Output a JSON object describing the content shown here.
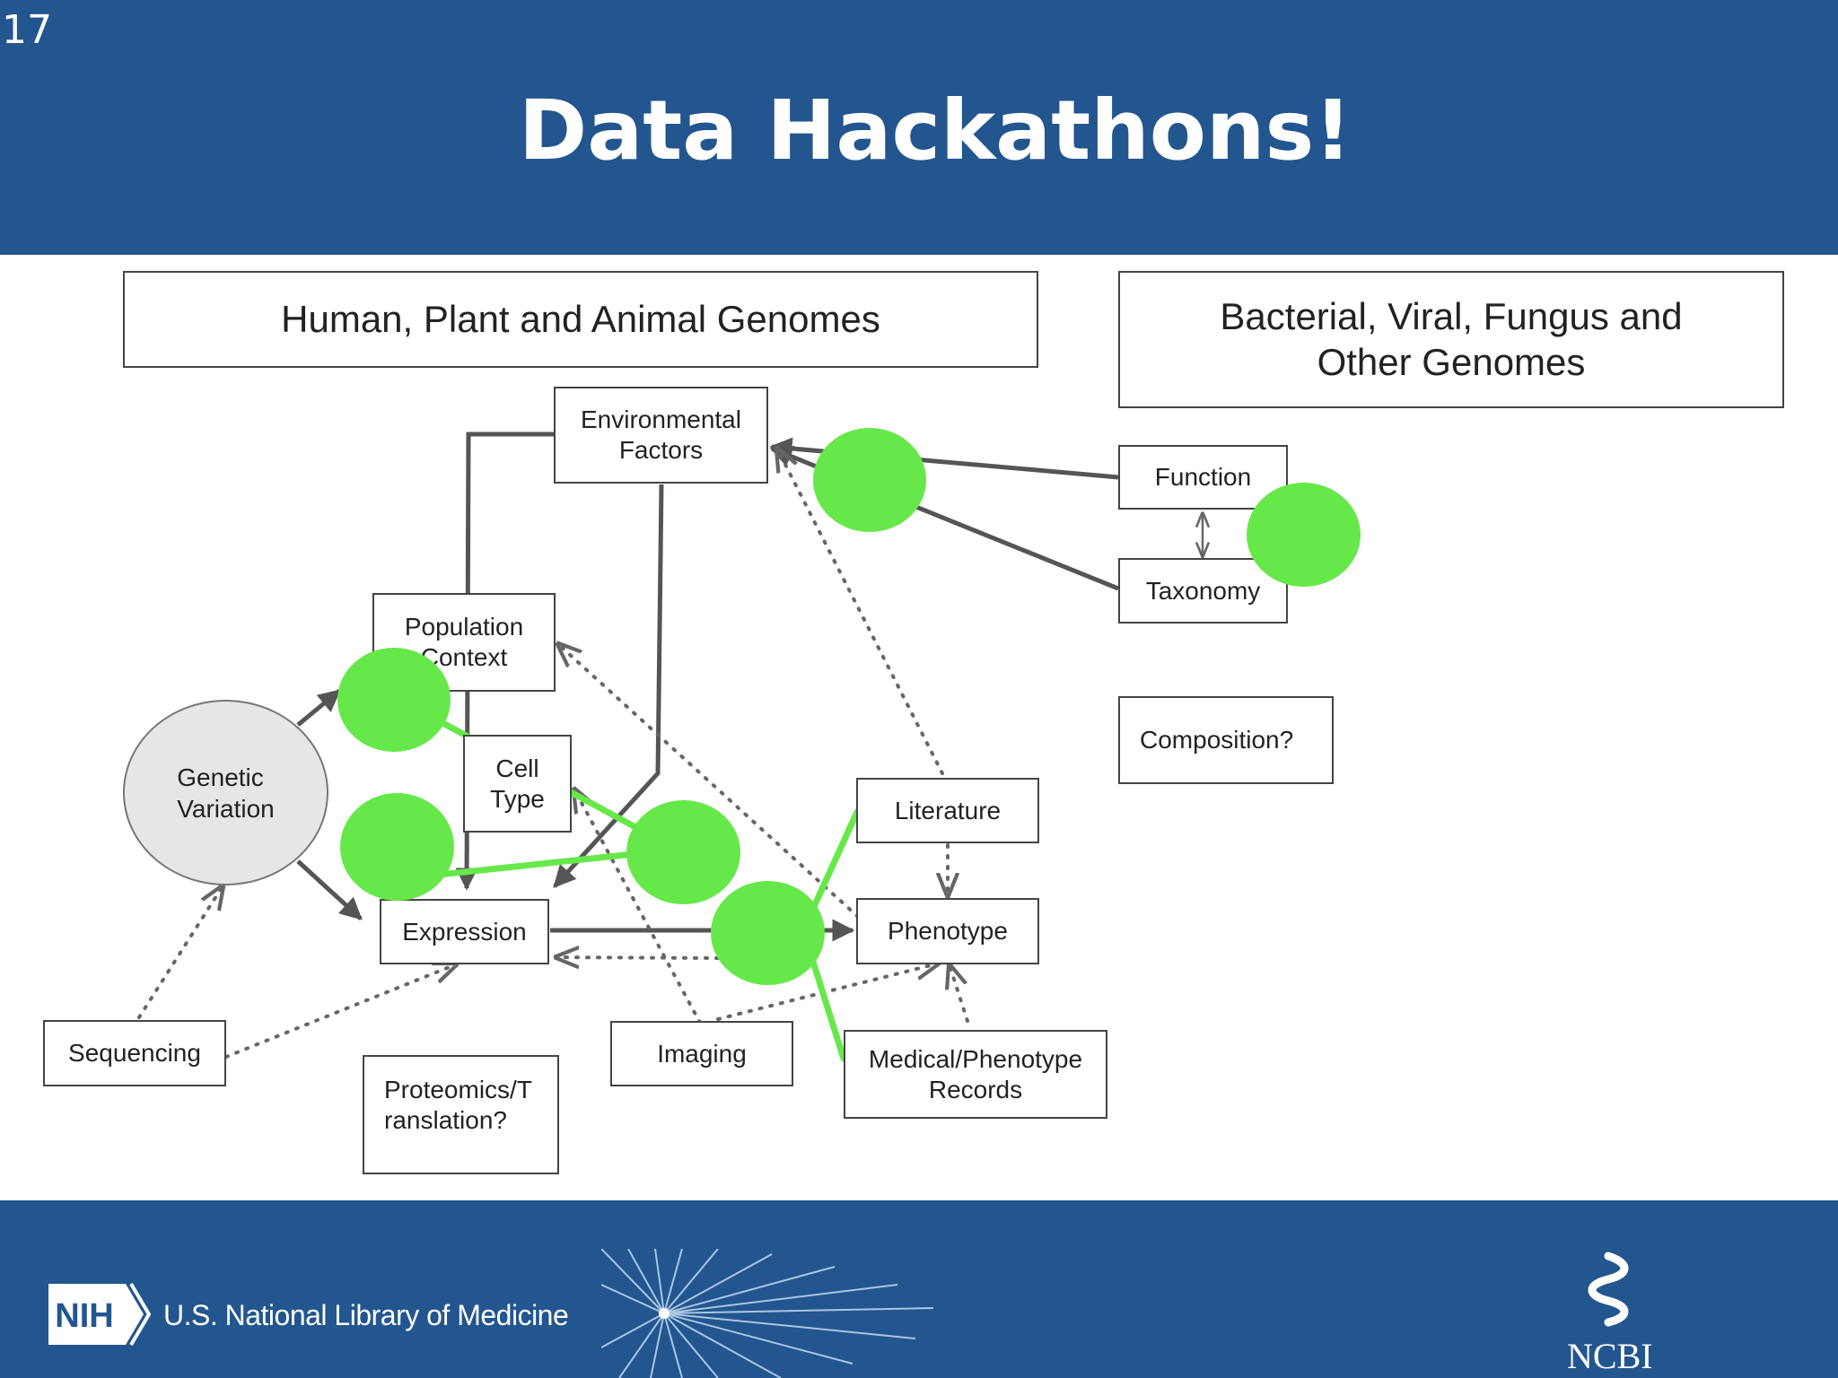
{
  "slide": {
    "number": "17",
    "title": "Data Hackathons!"
  },
  "diagram": {
    "group_headers": {
      "eukaryotic": "Human, Plant and Animal Genomes",
      "microbial": "Bacterial, Viral, Fungus and\nOther Genomes"
    },
    "nodes": {
      "environmental_factors": "Environmental\nFactors",
      "population_context": "Population\nContext",
      "genetic_variation": "Genetic\nVariation",
      "cell_type": "Cell\nType",
      "expression": "Expression",
      "sequencing": "Sequencing",
      "proteomics": "Proteomics/T\nranslation?",
      "imaging": "Imaging",
      "literature": "Literature",
      "phenotype": "Phenotype",
      "medical_records": "Medical/Phenotype\nRecords",
      "function": "Function",
      "taxonomy": "Taxonomy",
      "composition": "Composition?"
    },
    "highlight_color": "#67e84a"
  },
  "footer": {
    "nlm_label": "U.S. National Library of Medicine",
    "nih_label": "NIH",
    "ncbi_label": "NCBI"
  },
  "colors": {
    "brand_blue": "#23568f",
    "highlight_green": "#67e84a",
    "arrow_gray": "#555555"
  }
}
